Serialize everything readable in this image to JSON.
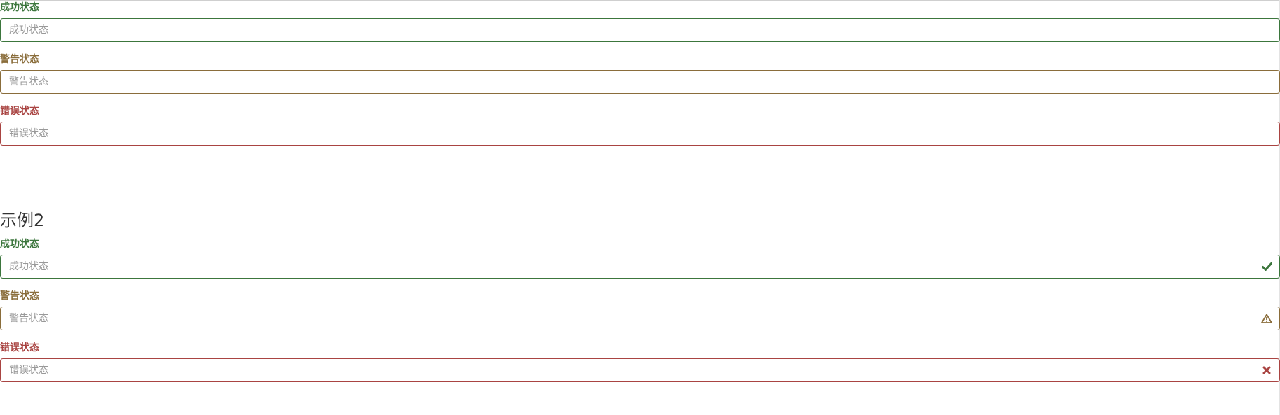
{
  "example1": {
    "success": {
      "label": "成功状态",
      "placeholder": "成功状态"
    },
    "warning": {
      "label": "警告状态",
      "placeholder": "警告状态"
    },
    "error": {
      "label": "错误状态",
      "placeholder": "错误状态"
    }
  },
  "example2": {
    "heading": "示例2",
    "success": {
      "label": "成功状态",
      "placeholder": "成功状态",
      "icon": "checkmark-icon"
    },
    "warning": {
      "label": "警告状态",
      "placeholder": "警告状态",
      "icon": "warning-triangle-icon"
    },
    "error": {
      "label": "错误状态",
      "placeholder": "错误状态",
      "icon": "close-icon"
    }
  },
  "colors": {
    "success": "#3c763d",
    "warning": "#8a6d3b",
    "error": "#a94442",
    "heading": "#333333",
    "placeholder": "#999999"
  }
}
